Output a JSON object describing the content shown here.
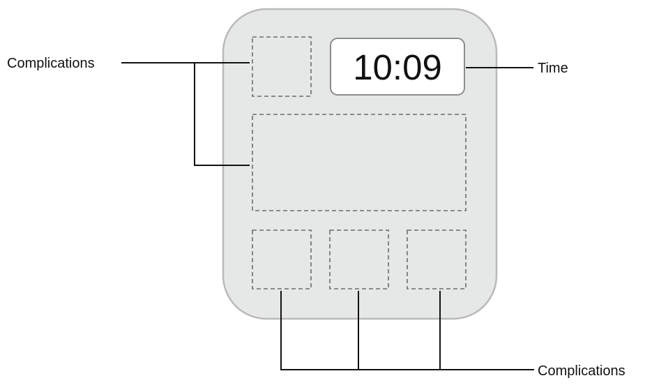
{
  "watch": {
    "time": "10:09"
  },
  "labels": {
    "complications_top": "Complications",
    "time": "Time",
    "complications_bottom": "Complications"
  },
  "colors": {
    "face_fill": "#e6e7e7",
    "face_border": "#b9b9b9",
    "dashed_outline": "#6b6b6b",
    "line": "#111111"
  }
}
